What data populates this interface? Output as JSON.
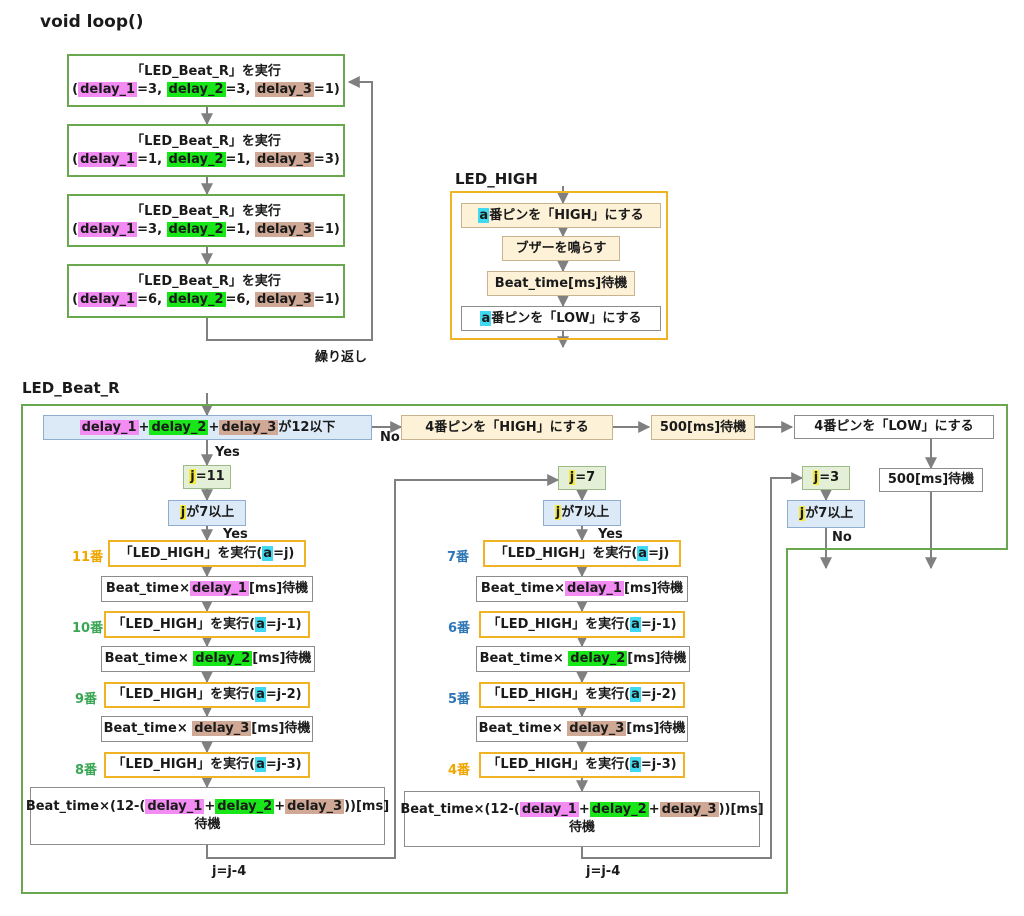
{
  "title": "void loop()",
  "labels": {
    "repeat": "繰り返し",
    "led_high": "LED_HIGH",
    "led_beat_r": "LED_Beat_R",
    "yes": "Yes",
    "no": "No",
    "j_minus_4": "j=j-4"
  },
  "vars": {
    "d1": "delay_1",
    "d2": "delay_2",
    "d3": "delay_3",
    "a": "a",
    "j": "j",
    "beat_time": "Beat_time"
  },
  "loop_blocks": [
    {
      "line1": "「LED_Beat_R」を実行",
      "v1": "=3",
      "v2": "=3",
      "v3": "=1"
    },
    {
      "line1": "「LED_Beat_R」を実行",
      "v1": "=1",
      "v2": "=1",
      "v3": "=3"
    },
    {
      "line1": "「LED_Beat_R」を実行",
      "v1": "=3",
      "v2": "=1",
      "v3": "=1"
    },
    {
      "line1": "「LED_Beat_R」を実行",
      "v1": "=6",
      "v2": "=6",
      "v3": "=1"
    }
  ],
  "led_high": {
    "step1": "番ピンを「HIGH」にする",
    "step2": "ブザーを鳴らす",
    "step3": "Beat_time[ms]待機",
    "step4": "番ピンを「LOW」にする"
  },
  "condition_top": "が12以下",
  "no_branch": {
    "pin_high": "4番ピンを「HIGH」にする",
    "wait_500_a": "500[ms]待機",
    "pin_low": "4番ピンを「LOW」にする",
    "wait_500_b": "500[ms]待機"
  },
  "columns": [
    {
      "j_init": "=11",
      "cond": "が7以上",
      "pins": [
        "11番",
        "10番",
        "9番",
        "8番"
      ],
      "run_label": "「LED_HIGH」を実行(",
      "offsets": [
        "=j)",
        "=j-1)",
        "=j-2)",
        "=j-3)"
      ]
    },
    {
      "j_init": "=7",
      "cond": "が7以上",
      "pins": [
        "7番",
        "6番",
        "5番",
        "4番"
      ],
      "run_label": "「LED_HIGH」を実行(",
      "offsets": [
        "=j)",
        "=j-1)",
        "=j-2)",
        "=j-3)"
      ]
    },
    {
      "j_init": "=3",
      "cond": "が7以上"
    }
  ],
  "wait_texts": {
    "mult": "×",
    "unit": "[ms]待機",
    "final_prefix": "×(12-(",
    "final_suffix": "))[ms]",
    "final_line2": "待機",
    "plus": "+"
  }
}
